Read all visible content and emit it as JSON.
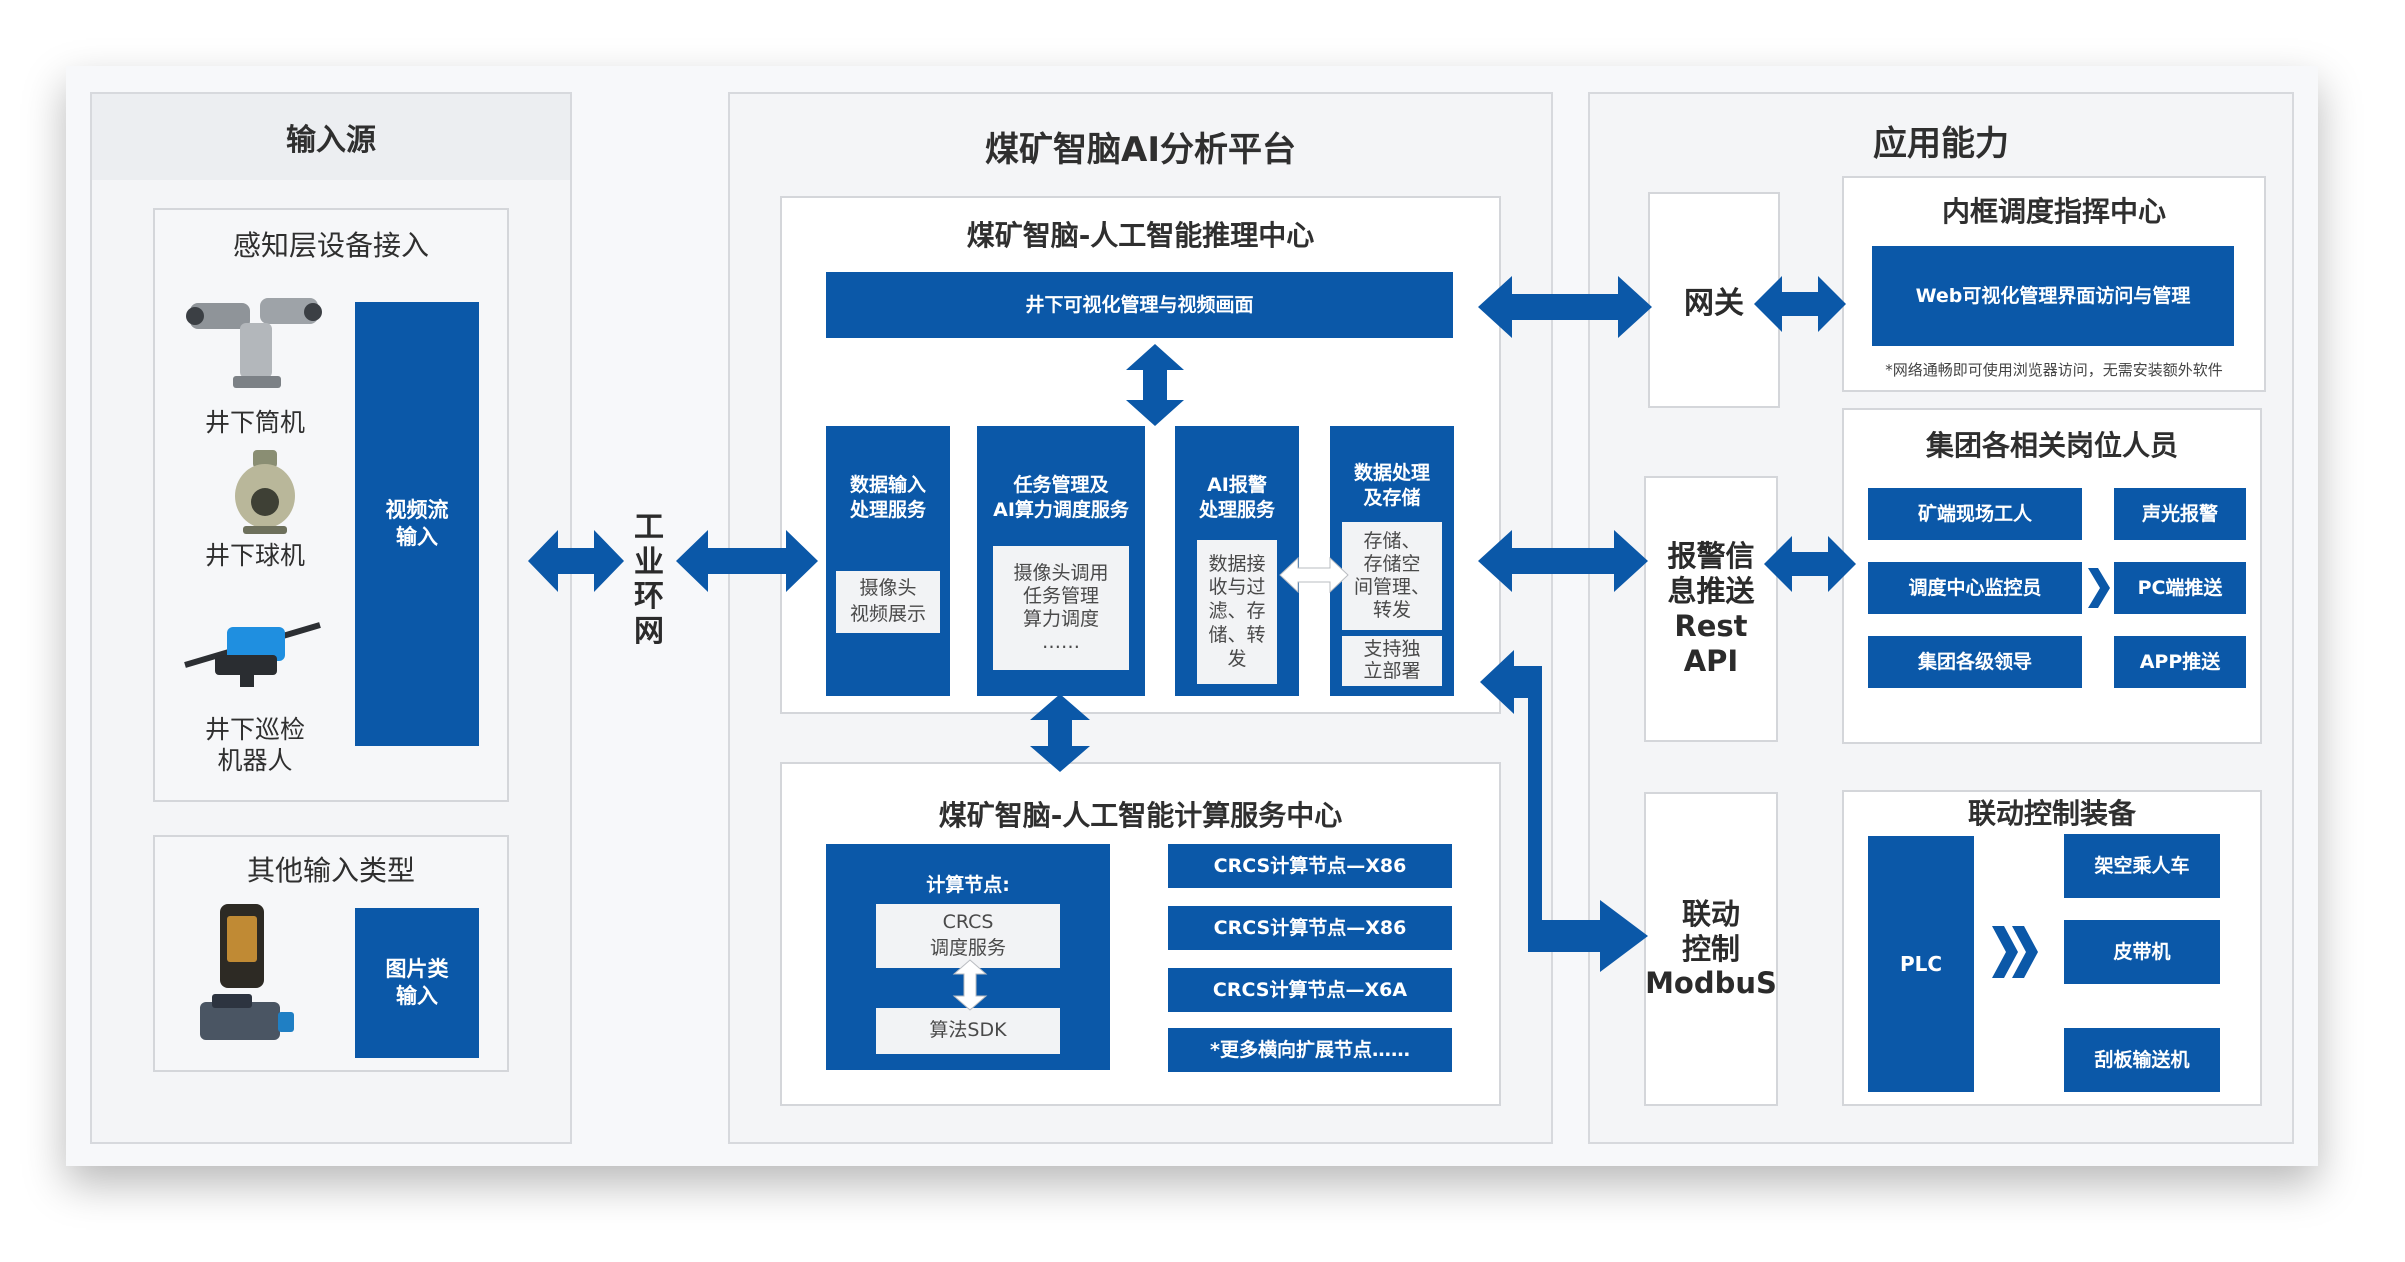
{
  "input_panel": {
    "title": "输入源",
    "perception": {
      "title": "感知层设备接入",
      "devices": [
        {
          "label": "井下筒机",
          "icon": "bullet-camera-icon"
        },
        {
          "label": "井下球机",
          "icon": "dome-camera-icon"
        },
        {
          "label": "井下巡检\n机器人",
          "icon": "inspection-robot-icon"
        }
      ],
      "stream_box": "视频流\n输入"
    },
    "other": {
      "title": "其他输入类型",
      "icons": [
        "handheld-terminal-icon",
        "device-icon"
      ],
      "image_box": "图片类\n输入"
    }
  },
  "network": {
    "label": "工\n业\n环\n网"
  },
  "platform": {
    "title": "煤矿智脑AI分析平台",
    "inference": {
      "title": "煤矿智脑-人工智能推理中心",
      "top_bar": "井下可视化管理与视频画面",
      "modules": [
        {
          "title": "数据输入\n处理服务",
          "content": "摄像头\n视频展示"
        },
        {
          "title": "任务管理及\nAI算力调度服务",
          "content": "摄像头调用\n任务管理\n算力调度\n……"
        },
        {
          "title": "AI报警\n处理服务",
          "content": "数据接\n收与过\n滤、存\n储、转\n发"
        },
        {
          "title": "数据处理\n及存储",
          "content": "存储、\n存储空\n间管理、\n转发",
          "content2": "支持独\n立部署"
        }
      ]
    },
    "compute": {
      "title": "煤矿智脑-人工智能计算服务中心",
      "node": {
        "title": "计算节点:",
        "service": "CRCS\n调度服务",
        "sdk": "算法SDK"
      },
      "nodes": [
        "CRCS计算节点—X86",
        "CRCS计算节点—X86",
        "CRCS计算节点—X6A",
        "*更多横向扩展节点……"
      ]
    }
  },
  "app_panel": {
    "title": "应用能力",
    "gateway": "网关",
    "alert_push": "报警信\n息推送\nRest\nAPI",
    "linkage_ctrl": "联动\n控制\nModbuS",
    "command": {
      "title": "内框调度指挥中心",
      "web_box": "Web可视化管理界面访问与管理",
      "note": "*网络通畅即可使用浏览器访问，无需安装额外软件"
    },
    "group": {
      "title": "集团各相关岗位人员",
      "left": [
        "矿端现场工人",
        "调度中心监控员",
        "集团各级领导"
      ],
      "right": [
        "声光报警",
        "PC端推送",
        "APP推送"
      ]
    },
    "equipment": {
      "title": "联动控制装备",
      "plc": "PLC",
      "items": [
        "架空乘人车",
        "皮带机",
        "刮板输送机"
      ]
    }
  },
  "colors": {
    "accent": "#0b58a8",
    "panel_bg": "#f4f5f7",
    "border": "#d4d6da"
  }
}
